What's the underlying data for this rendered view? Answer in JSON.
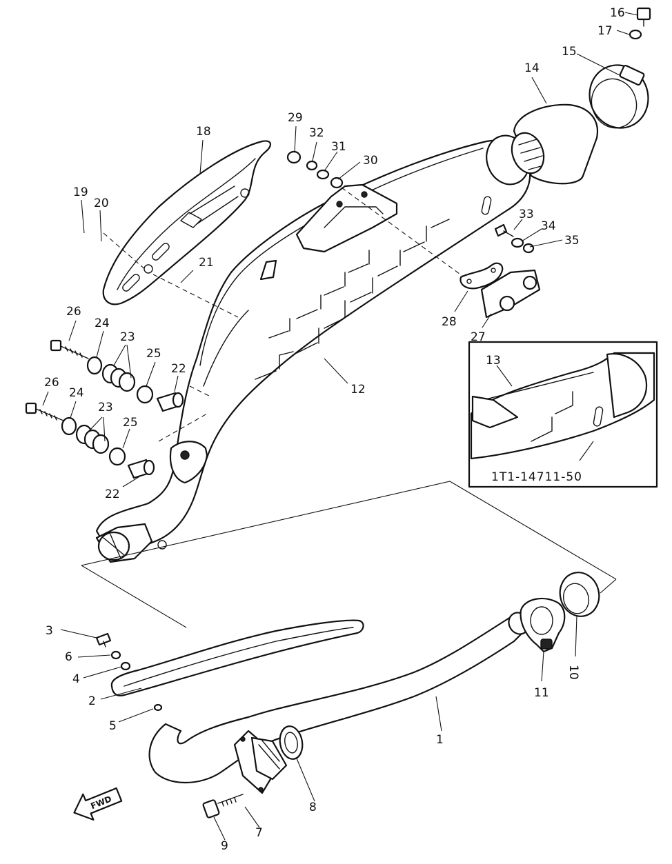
{
  "diagram": {
    "part_labels": {
      "p1": "1",
      "p2": "2",
      "p3": "3",
      "p4": "4",
      "p5": "5",
      "p6": "6",
      "p7": "7",
      "p8": "8",
      "p9": "9",
      "p10": "10",
      "p11": "11",
      "p12": "12",
      "p13": "13",
      "p14": "14",
      "p15": "15",
      "p16": "16",
      "p17": "17",
      "p18": "18",
      "p19": "19",
      "p20": "20",
      "p21": "21",
      "p22a": "22",
      "p22b": "22",
      "p23a": "23",
      "p23b": "23",
      "p24a": "24",
      "p24b": "24",
      "p25a": "25",
      "p25b": "25",
      "p26a": "26",
      "p26b": "26",
      "p27": "27",
      "p28": "28",
      "p29": "29",
      "p30": "30",
      "p31": "31",
      "p32": "32",
      "p33": "33",
      "p34": "34",
      "p35": "35"
    },
    "inset_code": "1T1-14711-50",
    "fwd_arrow": "FWD"
  }
}
